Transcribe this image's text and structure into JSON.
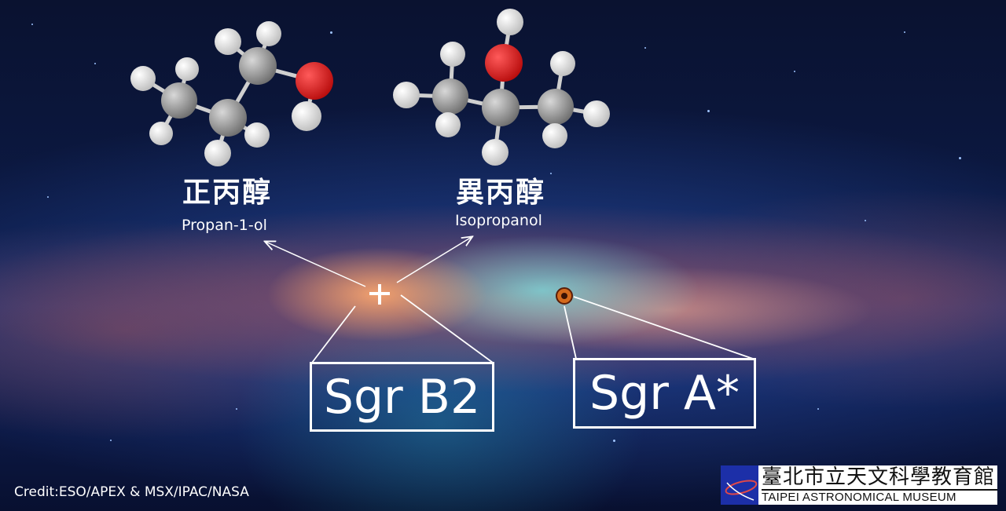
{
  "molecules": [
    {
      "name_zh": "正丙醇",
      "name_en": "Propan-1-ol"
    },
    {
      "name_zh": "異丙醇",
      "name_en": "Isopropanol"
    }
  ],
  "sources": [
    {
      "label": "Sgr B2"
    },
    {
      "label": "Sgr A*"
    }
  ],
  "credit": "Credit:ESO/APEX & MSX/IPAC/NASA",
  "logo": {
    "name_zh": "臺北市立天文科學教育館",
    "name_en": "TAIPEI ASTRONOMICAL MUSEUM"
  },
  "colors": {
    "carbon": "#8f8f8f",
    "hydrogen": "#f2f2f2",
    "oxygen": "#e01818",
    "logo_blue": "#1c2fa8"
  }
}
